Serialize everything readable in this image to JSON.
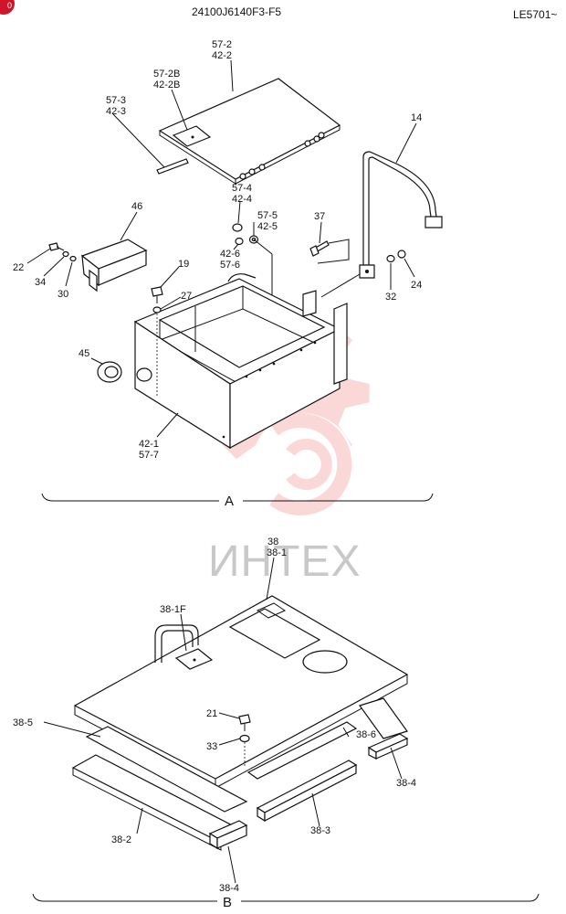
{
  "header": {
    "code": "24100J6140F3-F5",
    "model": "LE5701~",
    "corner_badge": "0"
  },
  "watermark": {
    "text": "ИНТЕХ",
    "color": "#e83030"
  },
  "sections": {
    "a_label": "A",
    "b_label": "B"
  },
  "callouts_a": [
    {
      "id": "57-2",
      "alt": "42-2"
    },
    {
      "id": "57-2B",
      "alt": "42-2B"
    },
    {
      "id": "57-3",
      "alt": "42-3"
    },
    {
      "id": "57-4",
      "alt": "42-4"
    },
    {
      "id": "57-5",
      "alt": "42-5"
    },
    {
      "id": "42-6",
      "alt": "57-6"
    },
    {
      "id": "42-1",
      "alt": "57-7"
    },
    {
      "id": "14"
    },
    {
      "id": "37"
    },
    {
      "id": "46"
    },
    {
      "id": "22"
    },
    {
      "id": "34"
    },
    {
      "id": "30"
    },
    {
      "id": "19"
    },
    {
      "id": "27"
    },
    {
      "id": "45"
    },
    {
      "id": "32"
    },
    {
      "id": "24"
    }
  ],
  "callouts_b": [
    {
      "id": "38",
      "alt": "38-1"
    },
    {
      "id": "38-1F"
    },
    {
      "id": "21"
    },
    {
      "id": "33"
    },
    {
      "id": "38-5"
    },
    {
      "id": "38-6"
    },
    {
      "id": "38-4"
    },
    {
      "id": "38-2"
    },
    {
      "id": "38-3"
    },
    {
      "id": "38-4"
    }
  ]
}
